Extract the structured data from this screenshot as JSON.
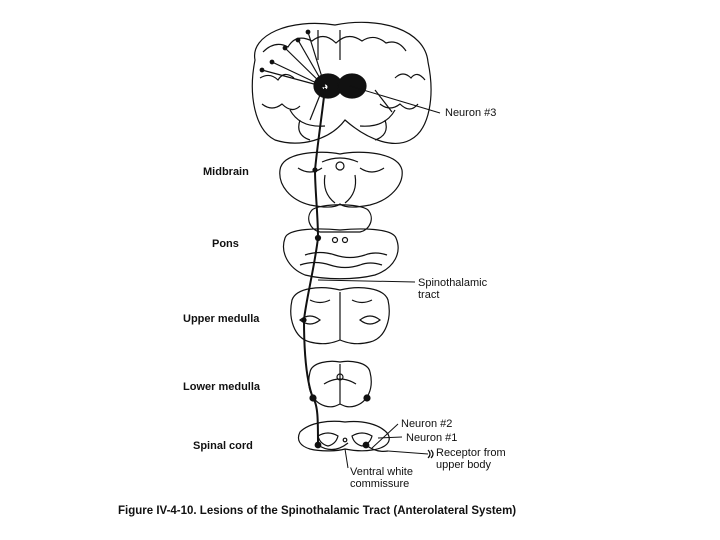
{
  "levels": {
    "midbrain": "Midbrain",
    "pons": "Pons",
    "upper_medulla": "Upper medulla",
    "lower_medulla": "Lower medulla",
    "spinal_cord": "Spinal cord"
  },
  "callouts": {
    "neuron3": "Neuron #3",
    "spinothalamic_line1": "Spinothalamic",
    "spinothalamic_line2": "tract",
    "neuron2": "Neuron #2",
    "neuron1": "Neuron #1",
    "receptor_line1": "Receptor from",
    "receptor_line2": "upper body",
    "ventral_line1": "Ventral white",
    "ventral_line2": "commissure"
  },
  "caption": "Figure IV-4-10. Lesions of the Spinothalamic Tract (Anterolateral System)"
}
